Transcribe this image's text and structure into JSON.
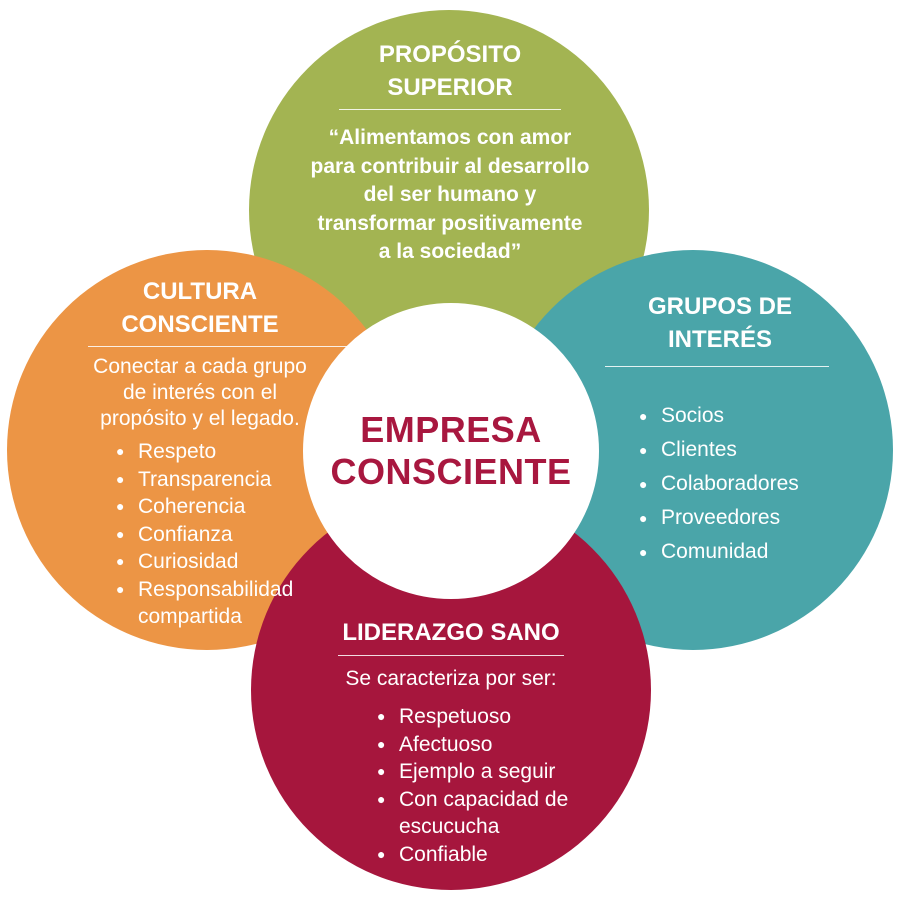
{
  "colors": {
    "top": "#a3b452",
    "left": "#ec9545",
    "right": "#4aa5a9",
    "bottom": "#a6163d",
    "center_bg": "#ffffff",
    "center_text": "#a8173f"
  },
  "center": {
    "line1": "EMPRESA",
    "line2": "CONSCIENTE"
  },
  "top": {
    "title_line1": "PROPÓSITO",
    "title_line2": "SUPERIOR",
    "quote_lines": [
      "“Alimentamos con amor",
      "para contribuir al desarrollo",
      "del ser humano y",
      "transformar positivamente",
      "a la sociedad”"
    ]
  },
  "left": {
    "title_line1": "CULTURA",
    "title_line2": "CONSCIENTE",
    "intro_lines": [
      "Conectar a cada grupo",
      "de interés con el",
      "propósito y el legado."
    ],
    "items": [
      "Respeto",
      "Transparencia",
      "Coherencia",
      "Confianza",
      "Curiosidad",
      "Responsabilidad compartida"
    ]
  },
  "right": {
    "title_line1": "GRUPOS DE",
    "title_line2": "INTERÉS",
    "items": [
      "Socios",
      "Clientes",
      "Colaboradores",
      "Proveedores",
      "Comunidad"
    ]
  },
  "bottom": {
    "title": "LIDERAZGO SANO",
    "intro": "Se caracteriza por ser:",
    "items": [
      "Respetuoso",
      "Afectuoso",
      "Ejemplo a seguir",
      "Con capacidad de escucucha",
      "Confiable"
    ]
  }
}
